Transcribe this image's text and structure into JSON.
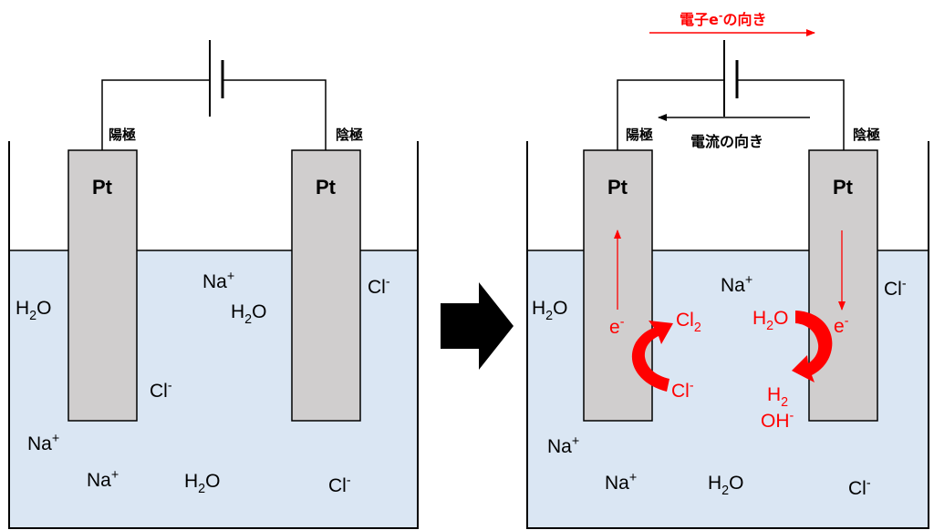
{
  "left_cell": {
    "anode_label": "陽極",
    "cathode_label": "陰極",
    "electrode_left": "Pt",
    "electrode_right": "Pt",
    "species": {
      "h2o_1": "H2O",
      "na_1": "Na+",
      "h2o_2": "H2O",
      "cl_1": "Cl-",
      "cl_2": "Cl-",
      "na_2": "Na+",
      "na_3": "Na+",
      "h2o_3": "H2O",
      "cl_3": "Cl-"
    }
  },
  "right_cell": {
    "anode_label": "陽極",
    "cathode_label": "陰極",
    "electrode_left": "Pt",
    "electrode_right": "Pt",
    "electron_direction_label": "電子e-の向き",
    "current_direction_label": "電流の向き",
    "species": {
      "h2o_1": "H2O",
      "na_1": "Na+",
      "cl_1": "Cl-",
      "na_2": "Na+",
      "na_3": "Na+",
      "h2o_2": "H2O",
      "cl_2": "Cl-"
    },
    "reactions": {
      "anode_electron": "e-",
      "anode_product": "Cl2",
      "anode_reactant": "Cl-",
      "cathode_reactant": "H2O",
      "cathode_electron": "e-",
      "cathode_product_1": "H2",
      "cathode_product_2": "OH-"
    }
  },
  "colors": {
    "solution": "#dae6f3",
    "electrode": "#d0cece",
    "reaction": "#ff0000",
    "outline": "#000000"
  }
}
